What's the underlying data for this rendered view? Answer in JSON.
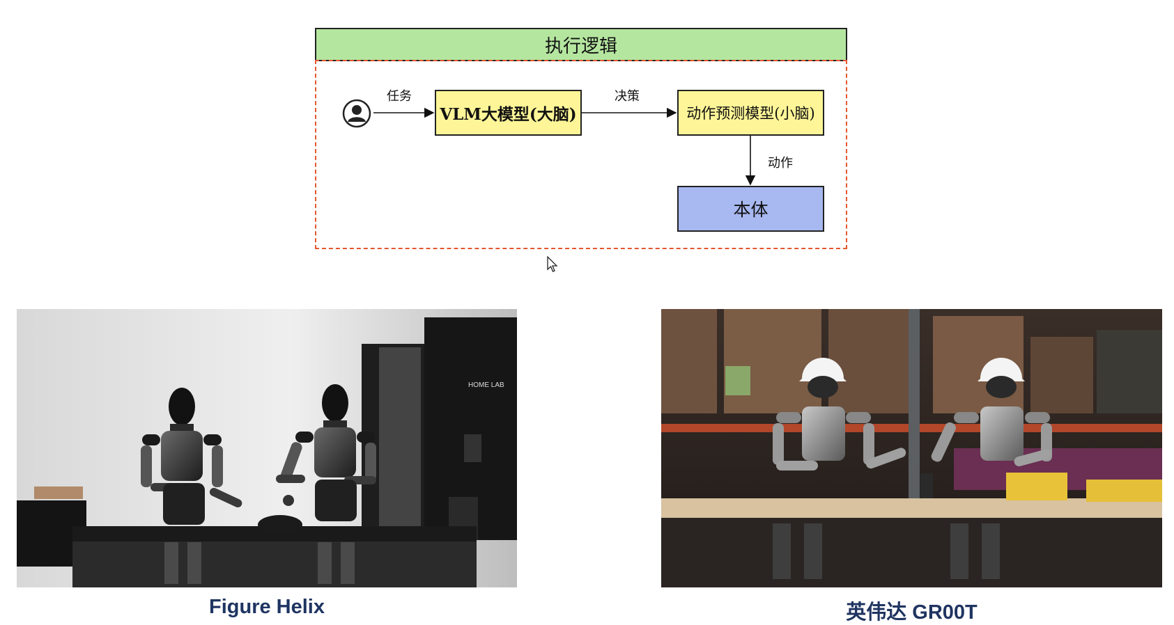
{
  "diagram": {
    "title": "执行逻辑",
    "nodes": {
      "vlm": "VLM大模型(大脑)",
      "cerebellum": "动作预测模型(小脑)",
      "body": "本体"
    },
    "edges": {
      "task": "任务",
      "decision": "决策",
      "action": "动作"
    },
    "icons": {
      "user": "user-icon",
      "cursor": "cursor-icon"
    },
    "colors": {
      "header": "#b5e6a0",
      "node_yellow": "#fdf597",
      "node_blue": "#a8b8f0",
      "frame_dashed": "#e4572e",
      "caption": "#1f3461"
    }
  },
  "photos": {
    "left": {
      "caption": "Figure Helix",
      "sign": "HOME LAB"
    },
    "right": {
      "caption": "英伟达 GR00T"
    }
  }
}
